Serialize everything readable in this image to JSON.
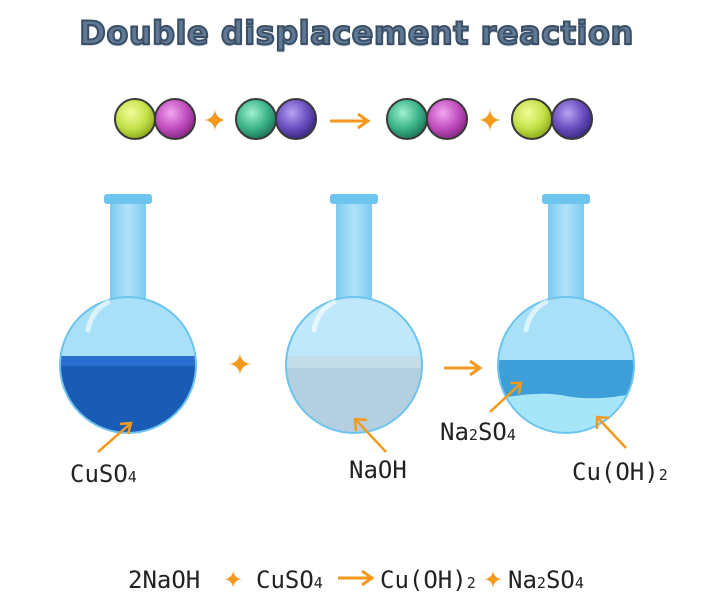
{
  "title": "Double displacement reaction",
  "colors": {
    "lime": "#c4e24a",
    "magenta": "#c24fc0",
    "teal": "#3cb58a",
    "purple": "#6a4fc0",
    "arrow": "#f39a1e",
    "flask_glass": "#8fd3f4",
    "cuso4_liquid": "#1a5bb5",
    "naoh_liquid": "#b3cfe0",
    "na2so4_liquid": "#3d9ed8",
    "cuoh2_precipitate": "#a6e6f8"
  },
  "molecule_pairs": [
    {
      "left": "lime-icon",
      "right": "magenta-icon"
    },
    {
      "left": "teal-icon",
      "right": "purple-icon"
    },
    {
      "left": "teal-icon",
      "right": "magenta-icon"
    },
    {
      "left": "lime-icon",
      "right": "purple-icon"
    }
  ],
  "flasks": [
    {
      "name": "flask-cuso4",
      "label": {
        "main": "CuSO",
        "sub": "4",
        "tail": ""
      }
    },
    {
      "name": "flask-naoh",
      "label": {
        "main": "NaOH",
        "sub": "",
        "tail": ""
      }
    },
    {
      "name": "flask-products",
      "labels": [
        {
          "main": "Na",
          "sub": "2",
          "tail": "SO",
          "sub2": "4"
        },
        {
          "main": "Cu(OH)",
          "sub": "2",
          "tail": ""
        }
      ]
    }
  ],
  "equation": {
    "term1": "2NaOH",
    "term2_main": "CuSO",
    "term2_sub": "4",
    "term3_main": "Cu(OH)",
    "term3_sub": "2",
    "term4_a": "Na",
    "term4_sub1": "2",
    "term4_b": "SO",
    "term4_sub2": "4"
  }
}
